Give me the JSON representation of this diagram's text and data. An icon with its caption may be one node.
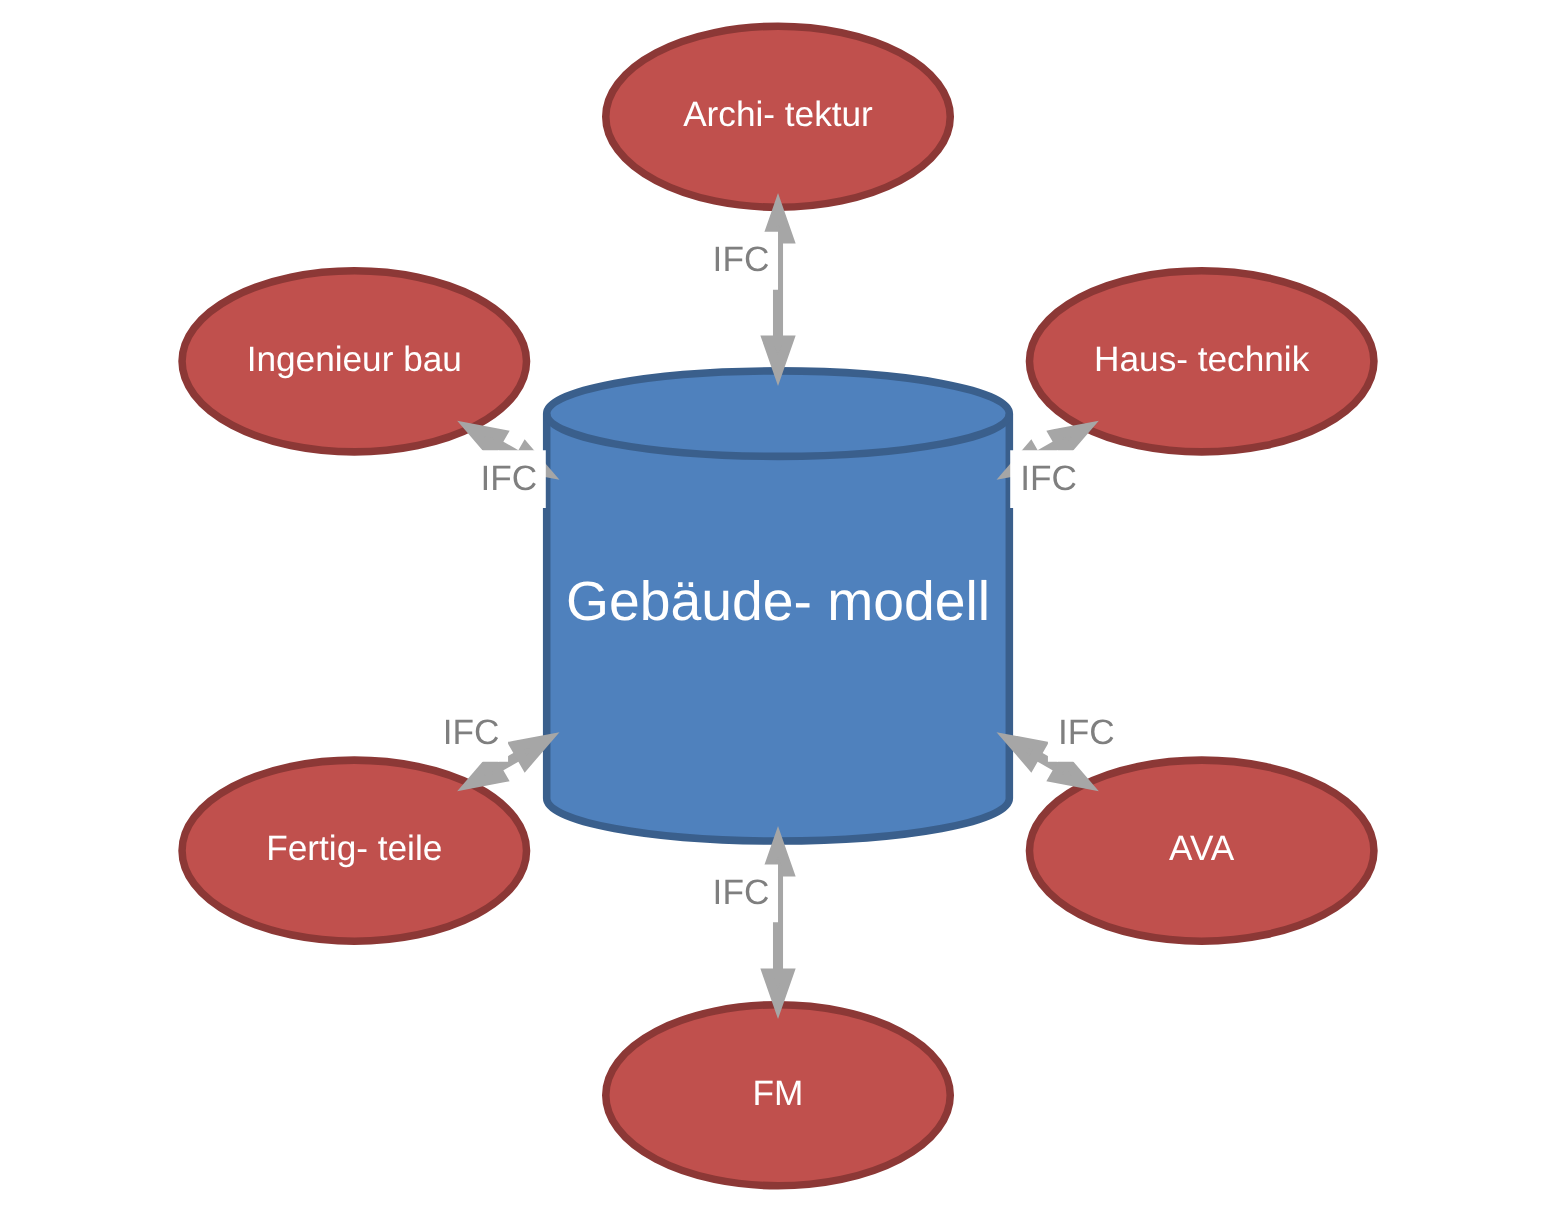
{
  "diagram": {
    "nodes": [
      {
        "text": [
          "Gebäude- modell"
        ]
      },
      {
        "text": [
          "Archi- tektur"
        ]
      },
      {
        "text": [
          "Ingenieur bau"
        ]
      },
      {
        "text": [
          "Haus- technik"
        ]
      },
      {
        "text": [
          "Fertig- teile"
        ]
      },
      {
        "text": [
          "AVA"
        ]
      },
      {
        "text": [
          "FM"
        ]
      }
    ],
    "edges": [
      {
        "from": 0,
        "to": 1,
        "arrow": "both",
        "label": "IFC"
      },
      {
        "from": 0,
        "to": 2,
        "arrow": "both",
        "label": "IFC"
      },
      {
        "from": 0,
        "to": 3,
        "arrow": "both",
        "label": "IFC"
      },
      {
        "from": 0,
        "to": 4,
        "arrow": "both",
        "label": "IFC"
      },
      {
        "from": 0,
        "to": 5,
        "arrow": "both",
        "label": "IFC"
      },
      {
        "from": 0,
        "to": 6,
        "arrow": "both",
        "label": "IFC"
      }
    ]
  }
}
